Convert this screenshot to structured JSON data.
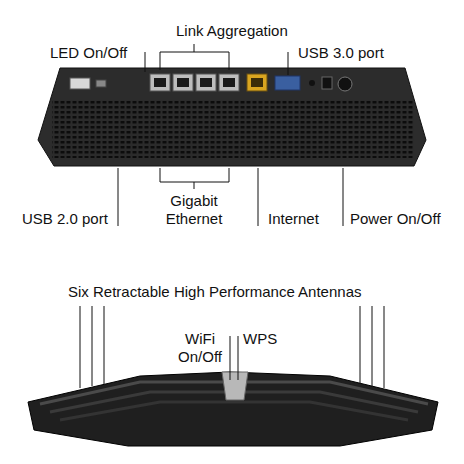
{
  "diagram": {
    "labels": [
      "LED On/Off",
      "Link Aggregation",
      "USB 3.0 port",
      "USB 2.0 port",
      "Gigabit Ethernet",
      "Internet",
      "Power On/Off",
      "Six Retractable High Performance Antennas",
      "WiFi On/Off",
      "WPS"
    ]
  }
}
